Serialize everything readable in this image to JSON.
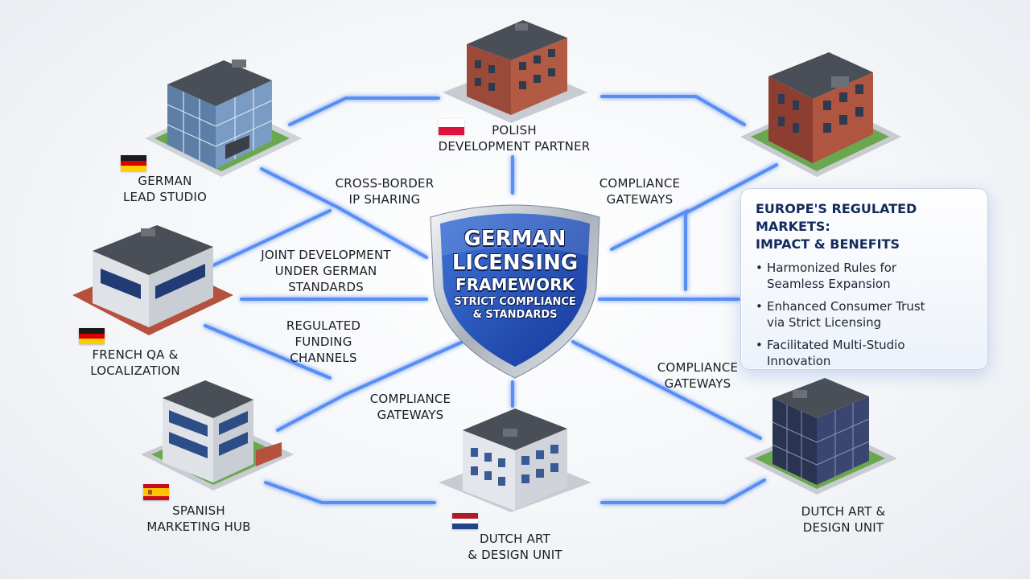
{
  "shield": {
    "title_line1": "GERMAN",
    "title_line2": "LICENSING",
    "title_line3": "FRAMEWORK",
    "subtitle_line1": "STRICT COMPLIANCE",
    "subtitle_line2": "& STANDARDS",
    "color": "#1f4fb5"
  },
  "nodes": [
    {
      "line1": "GERMAN",
      "line2": "LEAD STUDIO",
      "flag": "de"
    },
    {
      "line1": "POLISH",
      "line2": "DEVELOPMENT PARTNER",
      "flag": "pl"
    },
    {
      "line1": "FRENCH QA &",
      "line2": "LOCALIZATION",
      "flag": "de"
    },
    {
      "line1": "SPANISH",
      "line2": "MARKETING HUB",
      "flag": "es"
    },
    {
      "line1": "DUTCH ART",
      "line2": "& DESIGN UNIT",
      "flag": "nl"
    },
    {
      "line1": "DUTCH ART &",
      "line2": "DESIGN UNIT",
      "flag": ""
    }
  ],
  "connections": [
    {
      "line1": "CROSS-BORDER",
      "line2": "IP SHARING"
    },
    {
      "line1": "COMPLIANCE",
      "line2": "GATEWAYS"
    },
    {
      "line1": "JOINT DEVELOPMENT",
      "line2": "UNDER GERMAN",
      "line3": "STANDARDS"
    },
    {
      "line1": "REGULATED",
      "line2": "FUNDING",
      "line3": "CHANNELS"
    },
    {
      "line1": "COMPLIANCE",
      "line2": "GATEWAYS"
    },
    {
      "line1": "COMPLIANCE",
      "line2": "GATEWAYS"
    }
  ],
  "panel": {
    "title_line1": "EUROPE'S REGULATED MARKETS:",
    "title_line2": "IMPACT & BENEFITS",
    "items": [
      {
        "line1": "Harmonized Rules for",
        "line2": "Seamless Expansion"
      },
      {
        "line1": "Enhanced Consumer Trust",
        "line2": "via Strict Licensing"
      },
      {
        "line1": "Facilitated Multi-Studio",
        "line2": "Innovation"
      }
    ]
  },
  "colors": {
    "connector": "#3d7cf2",
    "glow": "#8fb6ff",
    "panel_title": "#122a5c"
  }
}
